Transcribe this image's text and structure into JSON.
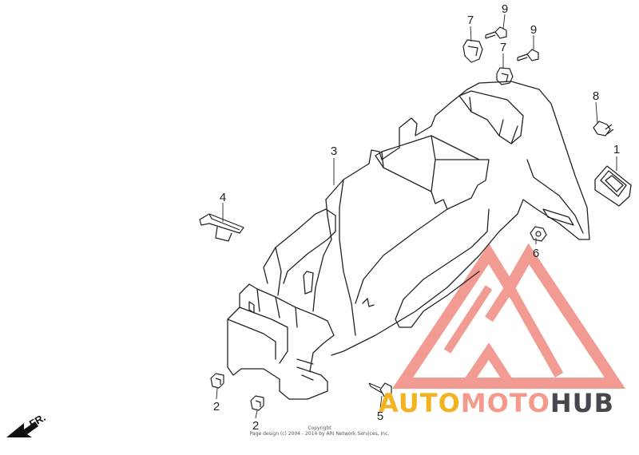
{
  "diagram": {
    "callouts": [
      "1",
      "2",
      "2",
      "3",
      "4",
      "5",
      "6",
      "7",
      "7",
      "8",
      "9",
      "9"
    ],
    "direction_label": "FR."
  },
  "copyright": {
    "line1": "Copyright",
    "line2": "Page design (c) 2004 - 2014 by ARI Network Services, Inc."
  },
  "watermark": {
    "part_auto": "AUTO",
    "part_moto": "MOTO",
    "part_hub": "HUB",
    "colors": {
      "auto": "#f2b321",
      "moto": "#f39a8c",
      "hub": "#45484d",
      "triangle": "#f08a7f"
    }
  }
}
